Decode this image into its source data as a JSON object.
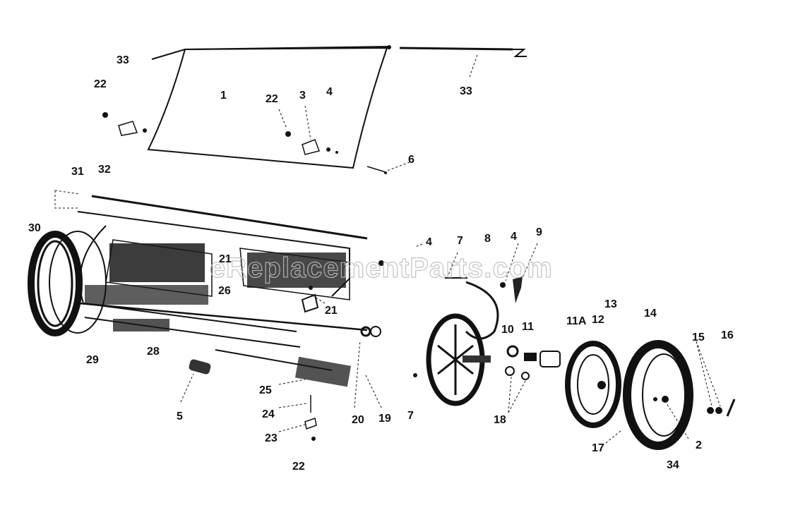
{
  "watermark": "eReplacementParts.com",
  "callouts": {
    "c33a": "33",
    "c33b": "33",
    "c22a": "22",
    "c22b": "22",
    "c22c": "22",
    "c1": "1",
    "c3": "3",
    "c4a": "4",
    "c4b": "4",
    "c4c": "4",
    "c6": "6",
    "c31": "31",
    "c32": "32",
    "c30": "30",
    "c21a": "21",
    "c21b": "21",
    "c26": "26",
    "c7a": "7",
    "c7b": "7",
    "c8": "8",
    "c9": "9",
    "c10": "10",
    "c11": "11",
    "c11a": "11A",
    "c12": "12",
    "c13": "13",
    "c14": "14",
    "c15": "15",
    "c16": "16",
    "c29": "29",
    "c28": "28",
    "c5": "5",
    "c25": "25",
    "c24": "24",
    "c23": "23",
    "c20": "20",
    "c19": "19",
    "c18": "18",
    "c17": "17",
    "c2": "2",
    "c34": "34"
  }
}
